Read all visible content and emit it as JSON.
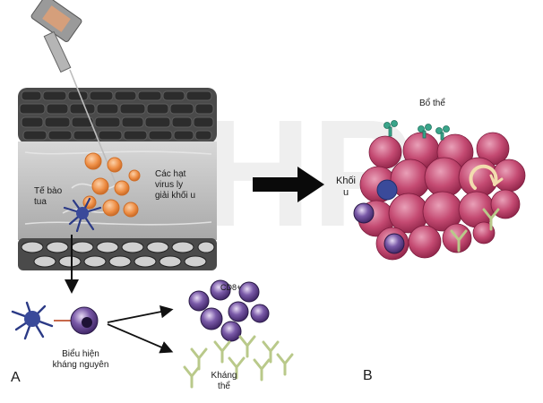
{
  "watermark": "HP",
  "colors": {
    "skin_dark": "#3f3f3f",
    "tissue": "#b8b8b8",
    "virus": "#f08a3c",
    "dendritic": "#3a4a9a",
    "tumor": "#c0466a",
    "antibody": "#b9c98a",
    "tcell": "#4b2f78"
  },
  "labels": {
    "dendritic_cell": "Tế bào\ntua",
    "oncolytic_virus": "Các hạt\nvirus ly\ngiải khối u",
    "antigen_presentation": "Biểu hiện\nkháng nguyên",
    "cd8": "CD8+",
    "antibody": "Kháng\nthể",
    "complement": "Bổ thể",
    "tumor": "Khối\nu",
    "panel_a": "A",
    "panel_b": "B"
  }
}
